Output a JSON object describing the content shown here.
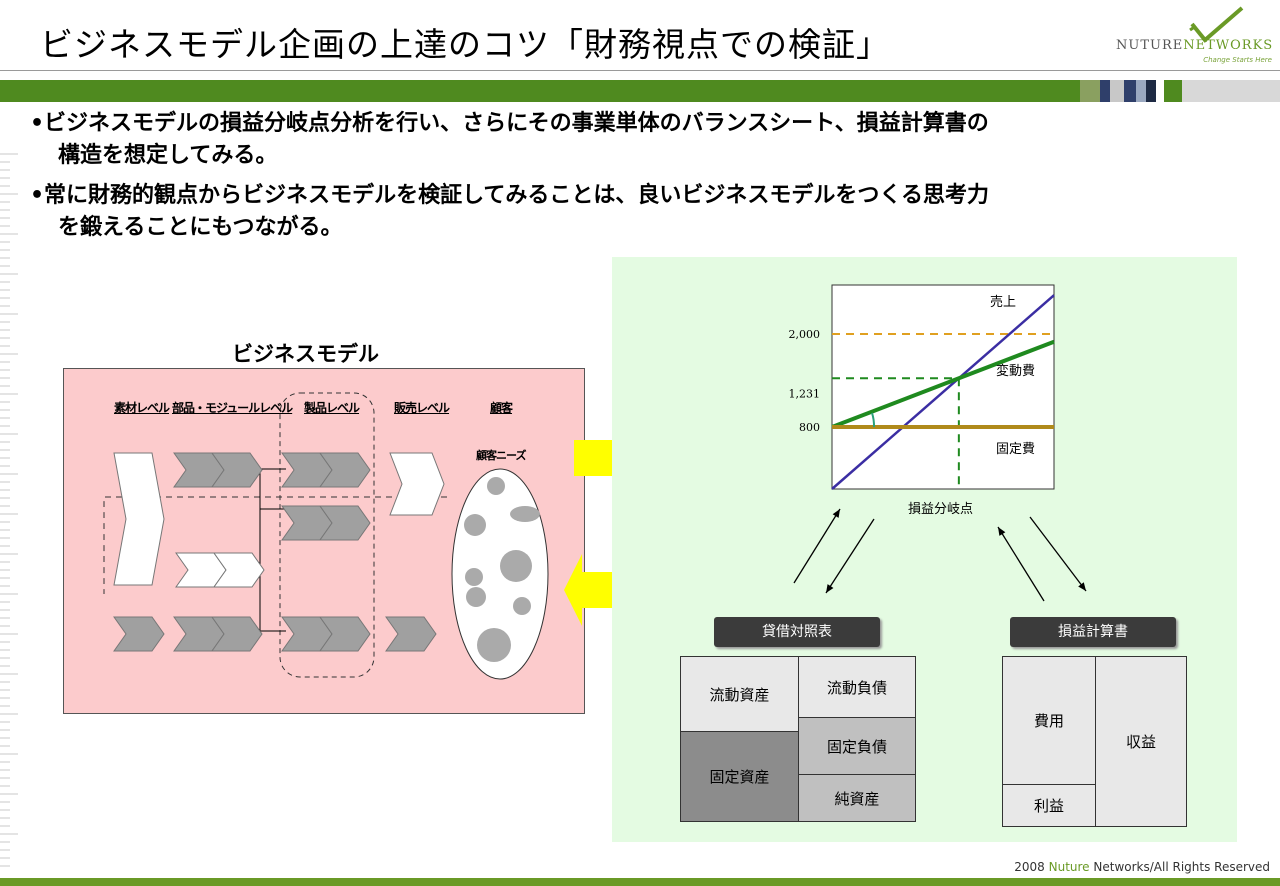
{
  "title": "ビジネスモデル企画の上達のコツ「財務視点での検証」",
  "logo": {
    "name_a": "NUTURE",
    "name_b": "NETWORKS",
    "tagline": "Change Starts Here"
  },
  "bullets": [
    {
      "line1": "•ビジネスモデルの損益分岐点分析を行い、さらにその事業単体のバランスシート、損益計算書の",
      "line2": "構造を想定してみる。"
    },
    {
      "line1": "•常に財務的観点からビジネスモデルを検証してみることは、良いビジネスモデルをつくる思考力",
      "line2": "を鍛えることにもつながる。"
    }
  ],
  "business_model": {
    "title": "ビジネスモデル",
    "levels": [
      "素材レベル",
      "部品・モジュールレベル",
      "製品レベル",
      "販売レベル",
      "顧客"
    ],
    "needs_label": "顧客ニーズ"
  },
  "breakeven_chart": {
    "ticks": [
      "2,000",
      "1,231",
      "800"
    ],
    "labels": {
      "sales": "売上",
      "variable": "変動費",
      "fixed": "固定費",
      "breakeven": "損益分岐点"
    },
    "colors": {
      "sales": "#3b2ea3",
      "variable": "#1f8a1f",
      "fixed": "#b08a1a",
      "guide_orange": "#e0a020",
      "guide_green": "#1f8a1f"
    }
  },
  "chart_data": {
    "type": "line",
    "x": [
      0,
      1
    ],
    "series": [
      {
        "name": "売上",
        "values": [
          0,
          2500
        ]
      },
      {
        "name": "変動費",
        "values": [
          800,
          1900
        ]
      },
      {
        "name": "固定費",
        "values": [
          800,
          800
        ]
      }
    ],
    "yticks": [
      2000,
      1231,
      800
    ],
    "breakeven_label": "損益分岐点"
  },
  "balance_sheet": {
    "tag": "貸借対照表",
    "cells": {
      "current_assets": "流動資産",
      "fixed_assets": "固定資産",
      "current_liabilities": "流動負債",
      "fixed_liabilities": "固定負債",
      "net_assets": "純資産"
    }
  },
  "income_statement": {
    "tag": "損益計算書",
    "cells": {
      "expenses": "費用",
      "profit": "利益",
      "revenue": "収益"
    }
  },
  "footer": {
    "year": "2008",
    "brand": "Nuture",
    "rest": "Networks/All Rights Reserved"
  }
}
